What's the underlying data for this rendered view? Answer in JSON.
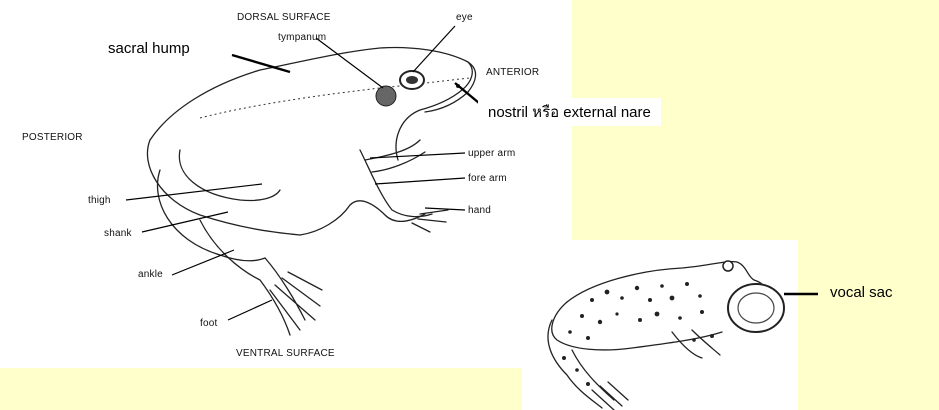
{
  "labels": {
    "dorsal": "DORSAL SURFACE",
    "eye": "eye",
    "tympanum": "tympanum",
    "anterior": "ANTERIOR",
    "posterior": "POSTERIOR",
    "upper_arm": "upper arm",
    "fore_arm": "fore arm",
    "hand": "hand",
    "thigh": "thigh",
    "shank": "shank",
    "ankle": "ankle",
    "foot": "foot",
    "ventral": "VENTRAL SURFACE"
  },
  "callouts": {
    "sacral_hump": "sacral hump",
    "nostril": "nostril หรือ external nare",
    "vocal_sac": "vocal sac"
  },
  "colors": {
    "background": "#FFFFCC",
    "panel": "#FFFFFF",
    "ink": "#000000"
  }
}
